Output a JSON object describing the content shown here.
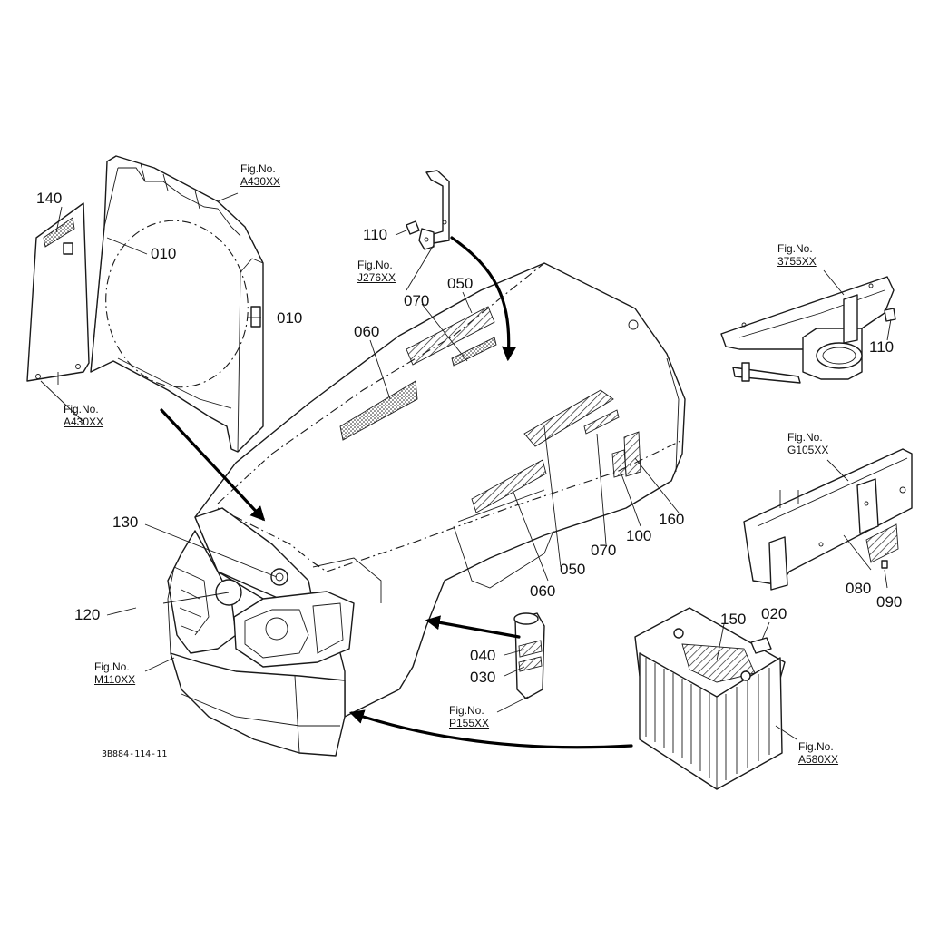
{
  "part_numbers": {
    "p010a": "010",
    "p010b": "010",
    "p020": "020",
    "p030": "030",
    "p040": "040",
    "p050a": "050",
    "p050b": "050",
    "p060a": "060",
    "p060b": "060",
    "p070a": "070",
    "p070b": "070",
    "p080": "080",
    "p090": "090",
    "p100": "100",
    "p110a": "110",
    "p110b": "110",
    "p120": "120",
    "p130": "130",
    "p140": "140",
    "p150": "150",
    "p160": "160"
  },
  "fig_refs": {
    "label": "Fig.No.",
    "a430_top": "A430XX",
    "a430_left": "A430XX",
    "j276": "J276XX",
    "f3755": "3755XX",
    "g105": "G105XX",
    "m110": "M110XX",
    "p155": "P155XX",
    "a580": "A580XX"
  },
  "drawing_code": "3B884-114-11"
}
